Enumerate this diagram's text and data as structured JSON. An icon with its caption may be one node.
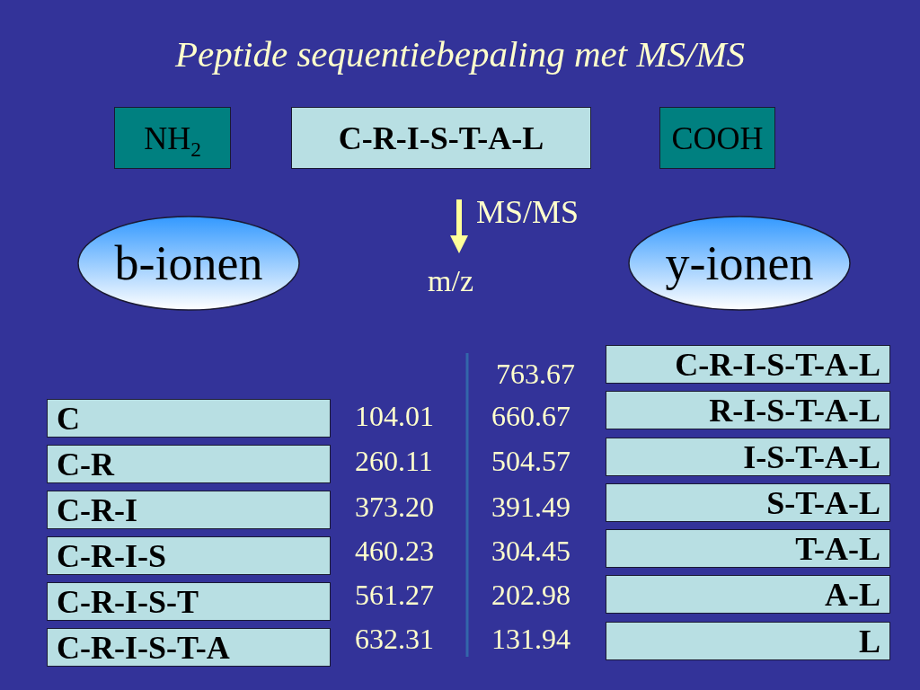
{
  "diagram": {
    "title": "Peptide sequentiebepaling met MS/MS",
    "nodes": [
      {
        "text": [
          "NH$_{2}$"
        ]
      },
      {
        "text": [
          "C-R-I-S-T-A-L"
        ]
      },
      {
        "text": [
          "COOH"
        ]
      },
      {
        "text": [
          "b-ionen"
        ]
      },
      {
        "text": [
          "y-ionen"
        ]
      },
      {
        "text": [
          "C"
        ]
      },
      {
        "text": [
          "C-R"
        ]
      },
      {
        "text": [
          "C-R-I"
        ]
      },
      {
        "text": [
          "C-R-I-S"
        ]
      },
      {
        "text": [
          "C-R-I-S-T"
        ]
      },
      {
        "text": [
          "C-R-I-S-T-A"
        ]
      },
      {
        "text": [
          "C-R-I-S-T-A-L"
        ]
      },
      {
        "text": [
          "R-I-S-T-A-L"
        ]
      },
      {
        "text": [
          "I-S-T-A-L"
        ]
      },
      {
        "text": [
          "S-T-A-L"
        ]
      },
      {
        "text": [
          "T-A-L"
        ]
      },
      {
        "text": [
          "A-L"
        ]
      },
      {
        "text": [
          "L"
        ]
      }
    ],
    "edges": [],
    "labels": [
      "MS/MS",
      "m/z",
      "763.67",
      "104.01",
      "660.67",
      "260.11",
      "504.57",
      "373.20",
      "391.49",
      "460.23",
      "304.45",
      "561.27",
      "202.98",
      "632.31",
      "131.94"
    ]
  }
}
